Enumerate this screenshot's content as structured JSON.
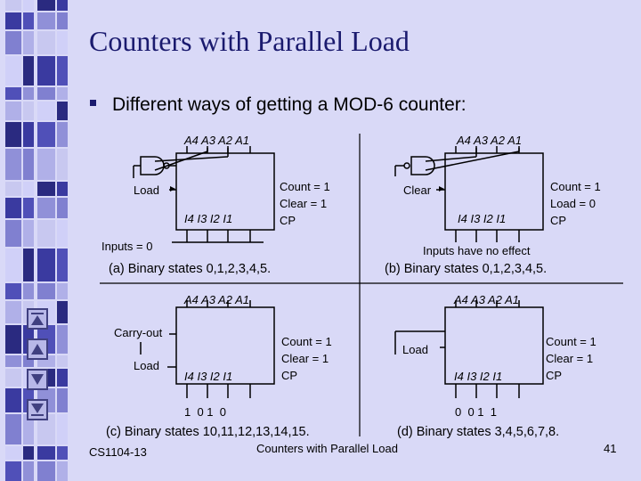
{
  "title": "Counters with Parallel Load",
  "bullet": "Different ways of getting a MOD-6 counter:",
  "labels": {
    "a_outputs": "A4 A3 A2 A1",
    "count_eq_1": "Count = 1",
    "clear_eq_1": "Clear = 1",
    "load_eq_0": "Load = 0",
    "cp": "CP",
    "load": "Load",
    "clear": "Clear",
    "carry_out": "Carry-out",
    "inputs_eq_0": "Inputs = 0",
    "inputs_no_effect": "Inputs have no effect",
    "c_inputs": "1  0 1  0",
    "d_inputs": "0  0 1  1"
  },
  "captions": {
    "a": "(a) Binary states 0,1,2,3,4,5.",
    "b": "(b) Binary states 0,1,2,3,4,5.",
    "c": "(c) Binary states 10,11,12,13,14,15.",
    "d": "(d) Binary states 3,4,5,6,7,8."
  },
  "footer": {
    "course": "CS1104-13",
    "center": "Counters with Parallel Load",
    "page": "41"
  },
  "nav_buttons": [
    "first",
    "previous",
    "next",
    "last"
  ]
}
